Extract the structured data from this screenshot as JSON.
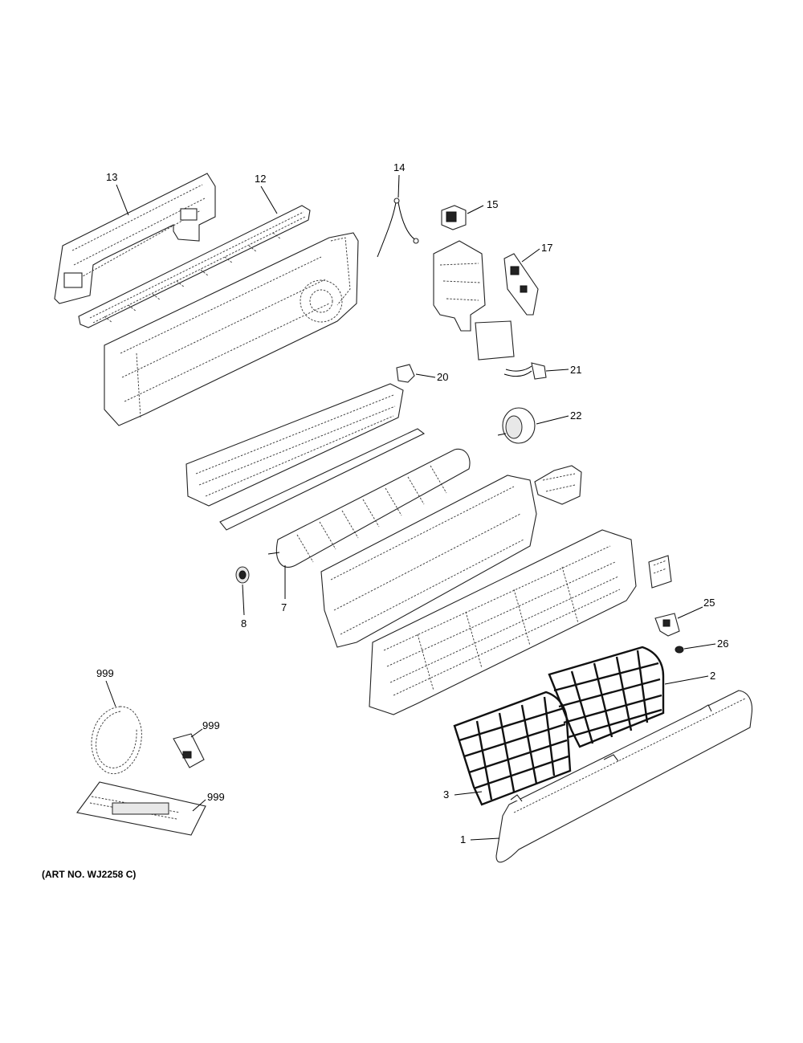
{
  "art_number": "(ART NO. WJ2258 C)",
  "callouts": {
    "c13": "13",
    "c12": "12",
    "c14": "14",
    "c15": "15",
    "c17": "17",
    "c20": "20",
    "c21": "21",
    "c22": "22",
    "c7": "7",
    "c8": "8",
    "c25": "25",
    "c26": "26",
    "c2": "2",
    "c3": "3",
    "c1": "1",
    "c999a": "999",
    "c999b": "999",
    "c999c": "999"
  }
}
